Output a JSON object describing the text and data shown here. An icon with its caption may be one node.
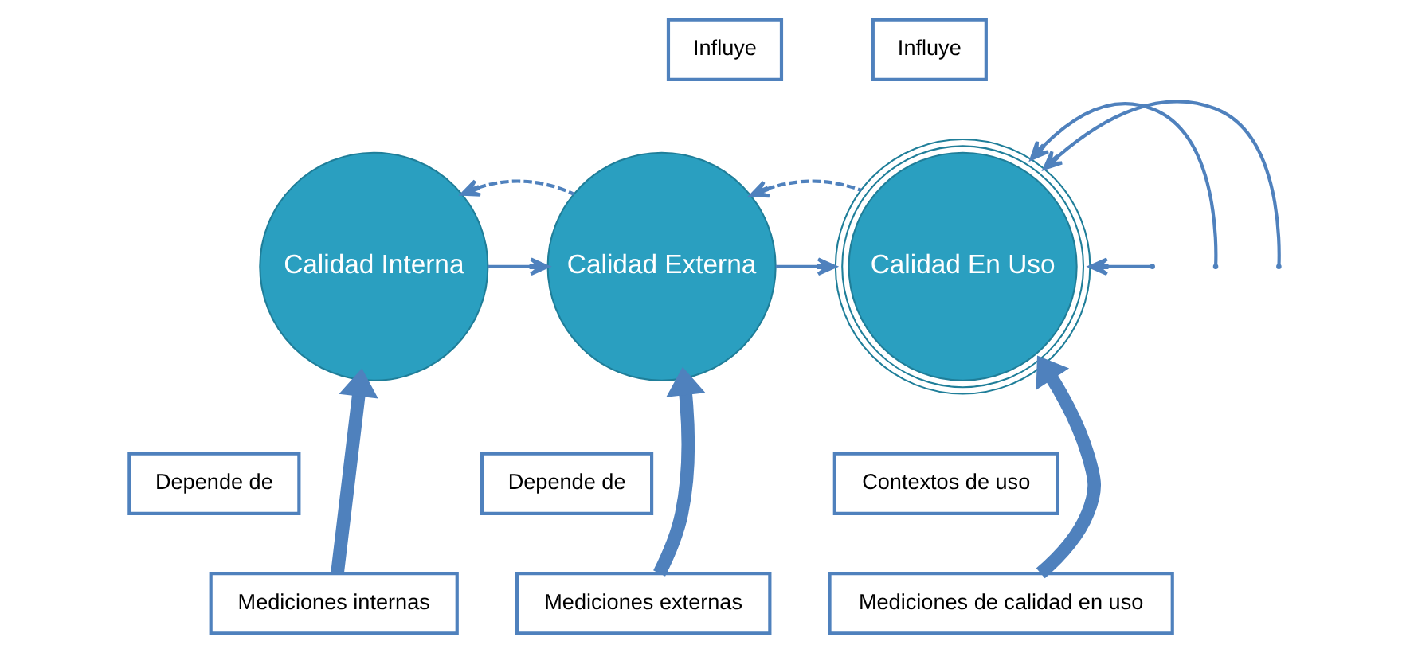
{
  "diagram": {
    "nodes": [
      {
        "text": [
          "Calidad Interna"
        ]
      },
      {
        "text": [
          "Calidad Externa"
        ]
      },
      {
        "text": [
          "Calidad En Uso"
        ]
      },
      {
        "text": [
          "Influye"
        ]
      },
      {
        "text": [
          "Influye"
        ]
      },
      {
        "text": [
          "Depende de"
        ]
      },
      {
        "text": [
          "Depende de"
        ]
      },
      {
        "text": [
          "Contextos de uso"
        ]
      },
      {
        "text": [
          "Mediciones internas"
        ]
      },
      {
        "text": [
          "Mediciones externas"
        ]
      },
      {
        "text": [
          "Mediciones de calidad en uso"
        ]
      }
    ],
    "edges": [
      {
        "from": 0,
        "to": 1,
        "arrow": "to"
      },
      {
        "from": 1,
        "to": 2,
        "arrow": "to"
      },
      {
        "from": 1,
        "to": 0,
        "arrow": "to",
        "style": "dashed"
      },
      {
        "from": 2,
        "to": 1,
        "arrow": "to",
        "style": "dashed"
      },
      {
        "from": null,
        "to": 2,
        "arrow": "to"
      },
      {
        "from": null,
        "to": 2,
        "arrow": "to"
      },
      {
        "from": null,
        "to": 2,
        "arrow": "to"
      },
      {
        "from": 8,
        "to": 0,
        "arrow": "to",
        "style": "thick"
      },
      {
        "from": 9,
        "to": 1,
        "arrow": "to",
        "style": "thick"
      },
      {
        "from": 10,
        "to": 2,
        "arrow": "to",
        "style": "thick"
      }
    ]
  }
}
